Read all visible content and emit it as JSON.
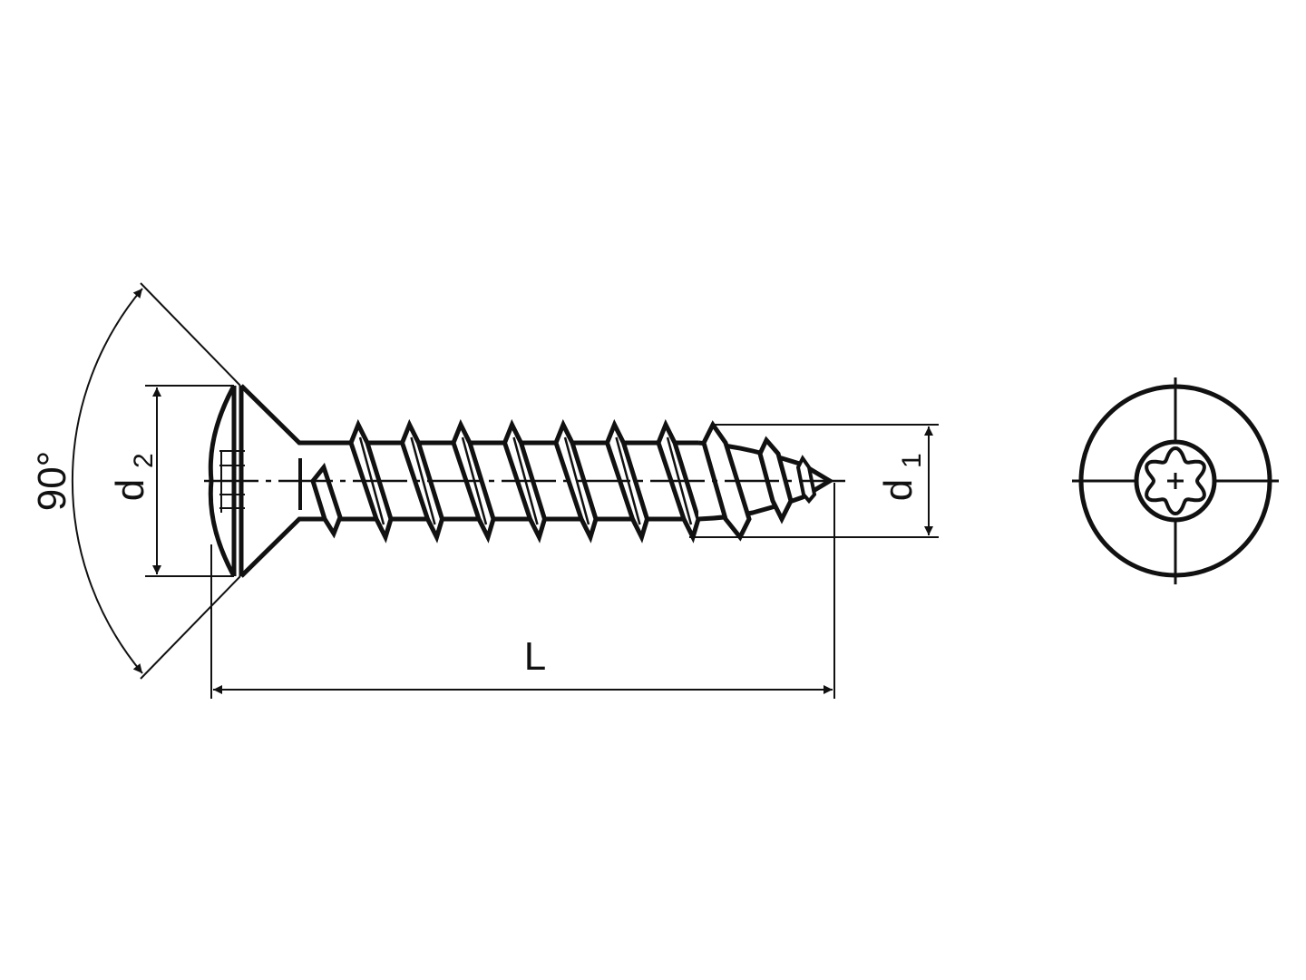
{
  "drawing": {
    "angle_label": "90°",
    "head_diameter": {
      "symbol": "d",
      "subscript": "2"
    },
    "thread_diameter": {
      "symbol": "d",
      "subscript": "1"
    },
    "length_label": "L",
    "line_color": "#111111",
    "background": "#ffffff",
    "thread_flights": 8
  }
}
